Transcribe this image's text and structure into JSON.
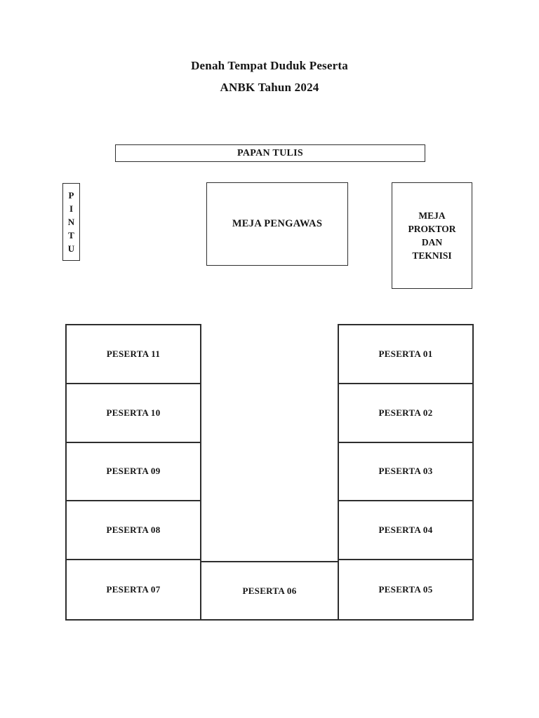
{
  "page": {
    "title": "Denah Tempat Duduk Peserta",
    "subtitle": "ANBK Tahun 2024"
  },
  "room": {
    "whiteboard_label": "PAPAN TULIS",
    "door_letters": [
      "P",
      "I",
      "N",
      "T",
      "U"
    ],
    "supervisor_desk_label": "MEJA PENGAWAS",
    "proctor_desk_lines": [
      "MEJA",
      "PROKTOR",
      "DAN",
      "TEKNISI"
    ]
  },
  "seats": {
    "left_column": [
      "PESERTA 11",
      "PESERTA 10",
      "PESERTA 09",
      "PESERTA 08",
      "PESERTA 07"
    ],
    "right_column": [
      "PESERTA 01",
      "PESERTA 02",
      "PESERTA 03",
      "PESERTA 04",
      "PESERTA 05"
    ],
    "bottom_middle": "PESERTA 06"
  },
  "colors": {
    "ink": "#151515",
    "border": "#2e2e2e",
    "background": "#ffffff"
  }
}
